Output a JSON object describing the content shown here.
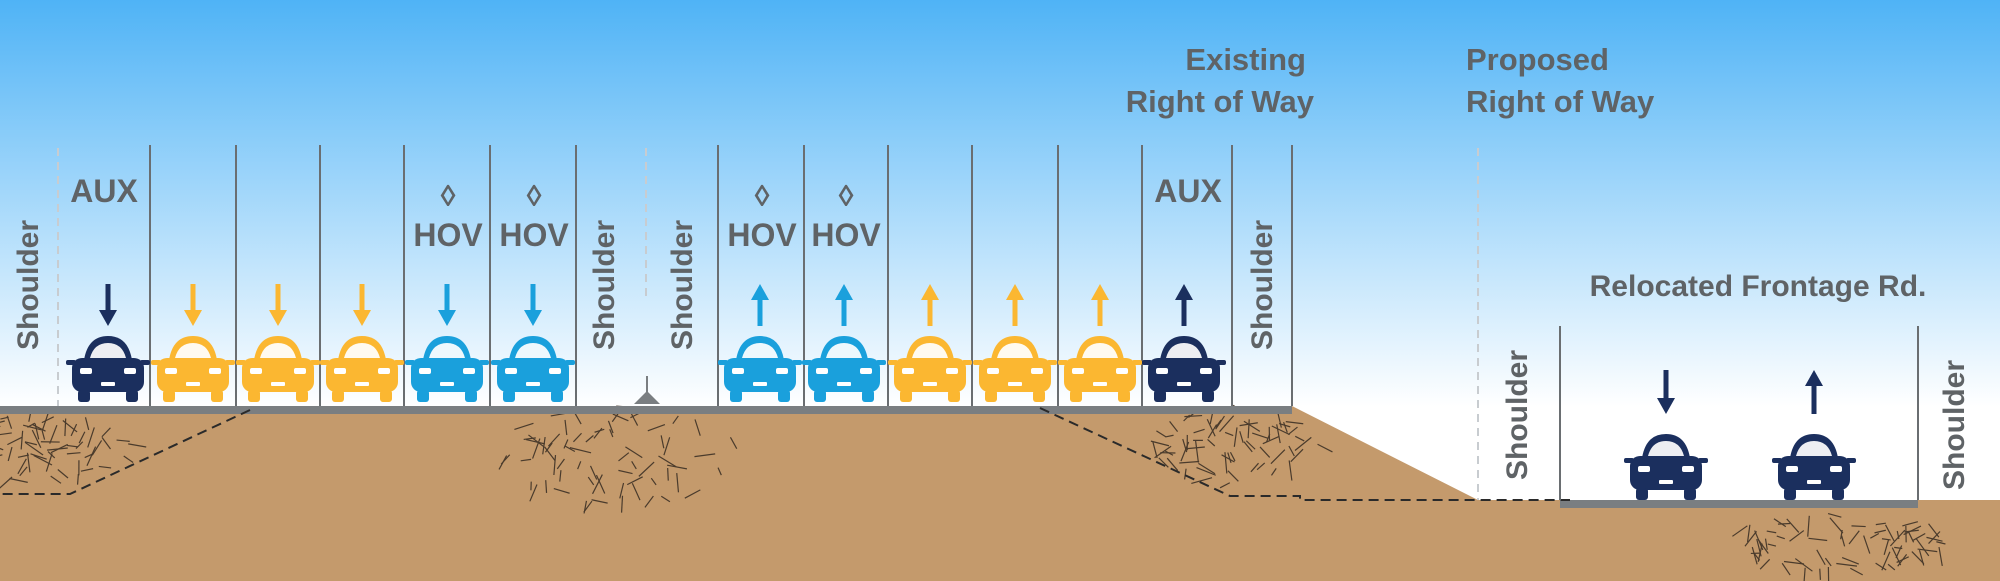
{
  "labels": {
    "shoulder": "Shoulder",
    "aux": "AUX",
    "hov": "HOV",
    "diamond": "◊",
    "existing_row_line1": "Existing",
    "existing_row_line2": "Right of Way",
    "proposed_row_line1": "Proposed",
    "proposed_row_line2": "Right of Way",
    "frontage": "Relocated Frontage Rd."
  },
  "colors": {
    "sky_top": "#4fb3f6",
    "sky_bottom": "#ffffff",
    "ground": "#c49a6c",
    "pavement": "#7a7e81",
    "text": "#5f6366",
    "divider": "#6a6e71",
    "row_dashed": "#c8ccd0",
    "navy": "#1b2f5e",
    "yellow": "#fbb731",
    "blue": "#1aa0dc",
    "hatch": "#4a3b2c"
  },
  "lanes": [
    {
      "type": "aux",
      "direction": "down",
      "color": "navy"
    },
    {
      "type": "general",
      "direction": "down",
      "color": "yellow"
    },
    {
      "type": "general",
      "direction": "down",
      "color": "yellow"
    },
    {
      "type": "general",
      "direction": "down",
      "color": "yellow"
    },
    {
      "type": "hov",
      "direction": "down",
      "color": "blue"
    },
    {
      "type": "hov",
      "direction": "down",
      "color": "blue"
    },
    {
      "type": "hov",
      "direction": "up",
      "color": "blue"
    },
    {
      "type": "hov",
      "direction": "up",
      "color": "blue"
    },
    {
      "type": "general",
      "direction": "up",
      "color": "yellow"
    },
    {
      "type": "general",
      "direction": "up",
      "color": "yellow"
    },
    {
      "type": "general",
      "direction": "up",
      "color": "yellow"
    },
    {
      "type": "aux",
      "direction": "up",
      "color": "navy"
    }
  ],
  "frontage_lanes": [
    {
      "direction": "down",
      "color": "navy"
    },
    {
      "direction": "up",
      "color": "navy"
    }
  ]
}
